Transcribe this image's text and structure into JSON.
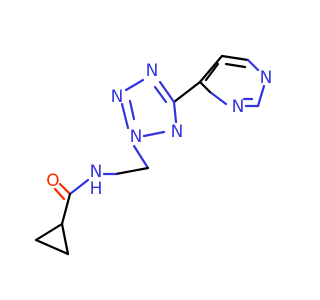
{
  "molecule": {
    "atoms": {
      "n_pyr_top": {
        "symbol": "N",
        "color": "#3333dd"
      },
      "n_pyr_bottom": {
        "symbol": "N",
        "color": "#3333dd"
      },
      "n_tz_top": {
        "symbol": "N",
        "color": "#3333dd"
      },
      "n_tz_left": {
        "symbol": "N",
        "color": "#3333dd"
      },
      "n_tz_bottom": {
        "symbol": "N",
        "color": "#3333dd"
      },
      "n_tz_right": {
        "symbol": "N",
        "color": "#3333dd"
      },
      "o_carbonyl": {
        "symbol": "O",
        "color": "#ff2a00"
      },
      "amide_n": {
        "symbol": "N",
        "color": "#3333dd"
      },
      "amide_h": {
        "symbol": "H",
        "color": "#3333dd"
      }
    }
  }
}
